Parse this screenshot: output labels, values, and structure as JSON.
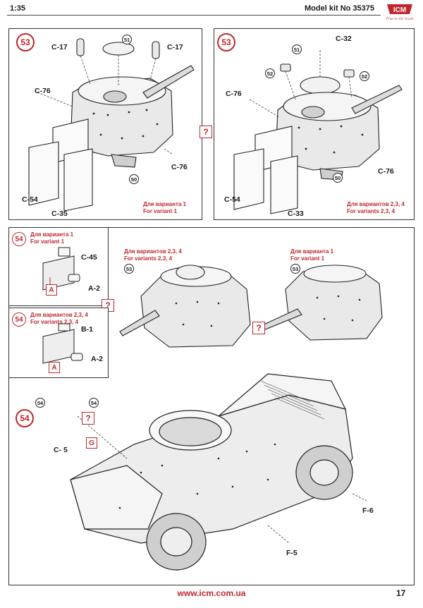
{
  "header": {
    "scale": "1:35",
    "kit_title": "Model kit No 35375",
    "logo_text": "ICM",
    "logo_tagline": "True to the Scale"
  },
  "footer": {
    "url": "www.icm.com.ua",
    "page_number": "17"
  },
  "colors": {
    "accent": "#c0272d",
    "ink": "#1a1a1a"
  },
  "panels": {
    "p53a": {
      "step": "53",
      "parts": {
        "c17_left": "C-17",
        "c17_right": "C-17",
        "c76_left": "C-76",
        "c76_right": "C-76",
        "c54": "C-54",
        "c35": "C-35"
      },
      "subassemblies": {
        "s51": "51",
        "s50": "50"
      },
      "variant_ru": "Для варианта 1",
      "variant_en": "For variant 1"
    },
    "p53b": {
      "step": "53",
      "parts": {
        "c32": "C-32",
        "c76_left": "C-76",
        "c76_right": "C-76",
        "c54": "C-54",
        "c33": "C-33"
      },
      "subassemblies": {
        "s51": "51",
        "s52_left": "52",
        "s52_right": "52",
        "s50": "50"
      },
      "variant_ru": "Для вариантов 2,3, 4",
      "variant_en": "For variants 2,3, 4"
    },
    "center_q": "?",
    "p54a": {
      "step": "54",
      "variant_ru": "Для варианта 1",
      "variant_en": "For variant 1",
      "parts": {
        "c45": "C-45",
        "a2": "A-2"
      },
      "tag": "A"
    },
    "p54b": {
      "step": "54",
      "variant_ru": "Для вариантов 2,3, 4",
      "variant_en": "For variants 2,3, 4",
      "parts": {
        "b1": "B-1",
        "a2": "A-2"
      },
      "tag": "A"
    },
    "q_middle": "?",
    "turret_left": {
      "variant_ru": "Для вариантов 2,3, 4",
      "variant_en": "For variants 2,3, 4",
      "sub": "53"
    },
    "turret_right": {
      "variant_ru": "Для варианта 1",
      "variant_en": "For variant 1",
      "sub": "53"
    },
    "q_turret": "?",
    "main": {
      "step": "54",
      "sub_left": "54",
      "sub_right": "54",
      "q": "?",
      "tag": "G",
      "parts": {
        "c5": "C- 5",
        "f6": "F-6",
        "f5": "F-5"
      }
    }
  }
}
